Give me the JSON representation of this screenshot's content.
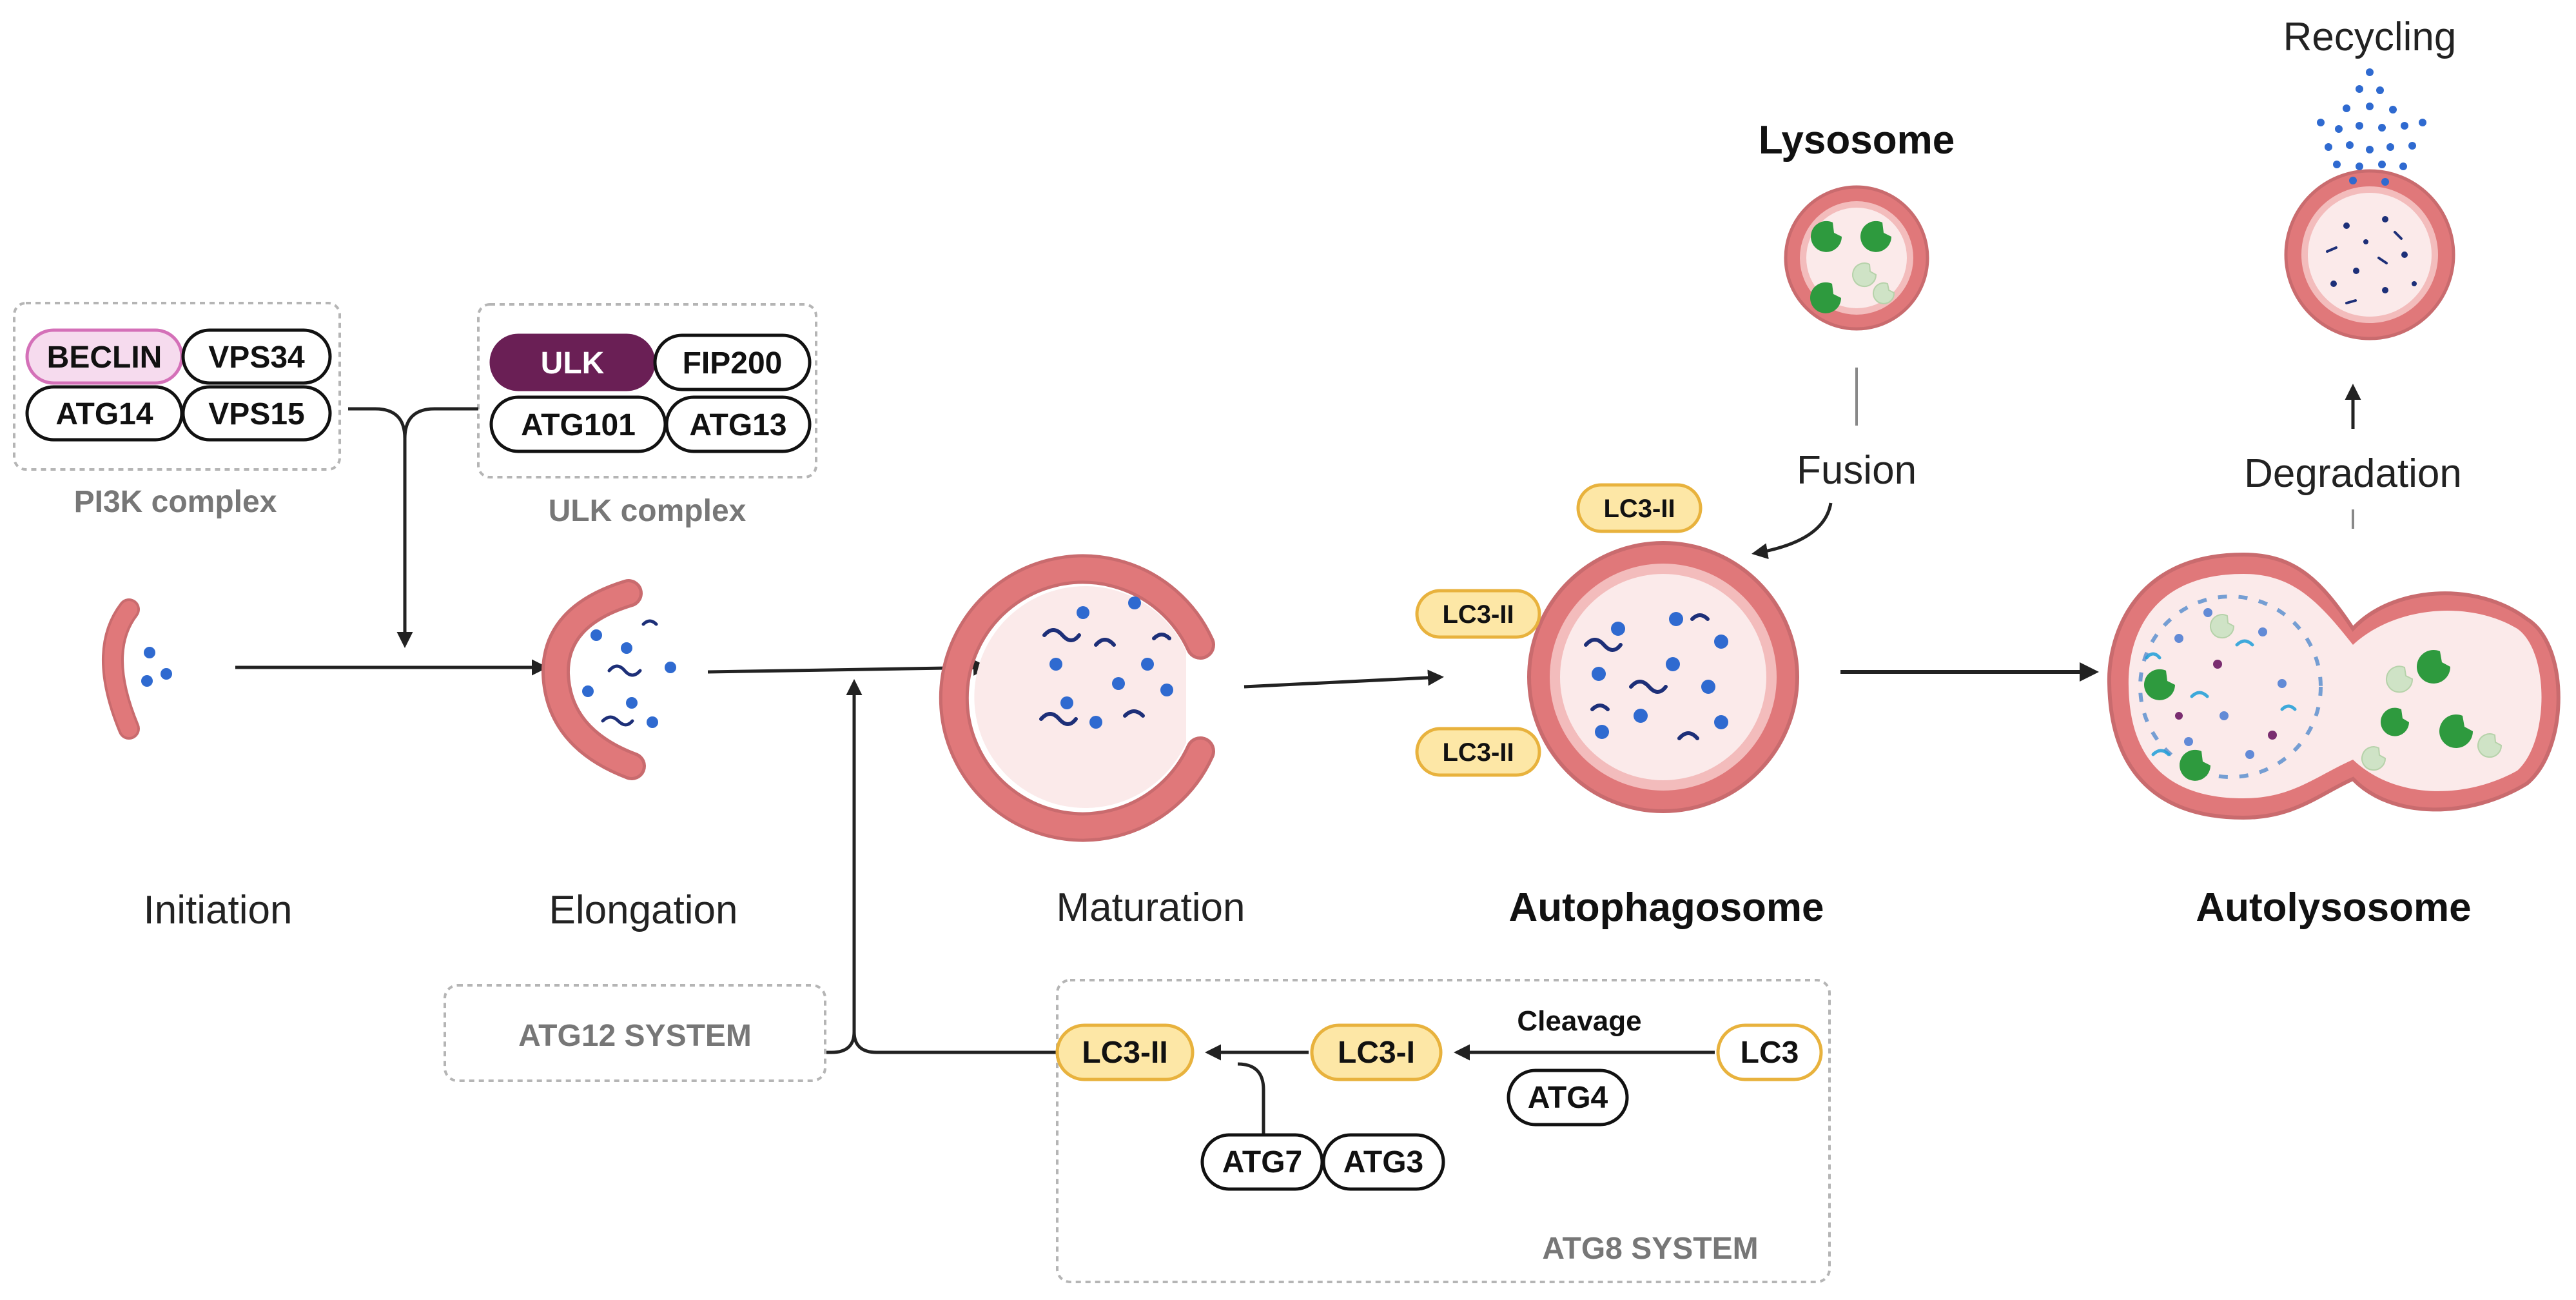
{
  "stages": {
    "initiation": "Initiation",
    "elongation": "Elongation",
    "maturation": "Maturation",
    "autophagosome": "Autophagosome",
    "autolysosome": "Autolysosome"
  },
  "top_labels": {
    "lysosome": "Lysosome",
    "recycling": "Recycling",
    "fusion": "Fusion",
    "degradation": "Degradation"
  },
  "pi3k_complex": {
    "label": "PI3K complex",
    "proteins": [
      "BECLIN",
      "VPS34",
      "ATG14",
      "VPS15"
    ]
  },
  "ulk_complex": {
    "label": "ULK complex",
    "proteins": [
      "ULK",
      "FIP200",
      "ATG101",
      "ATG13"
    ]
  },
  "atg12_system": {
    "label": "ATG12 SYSTEM"
  },
  "atg8_system": {
    "label": "ATG8 SYSTEM",
    "lc3": "LC3",
    "lc3_i": "LC3-I",
    "lc3_ii": "LC3-II",
    "cleavage": "Cleavage",
    "atg4": "ATG4",
    "atg7": "ATG7",
    "atg3": "ATG3"
  },
  "autophagosome_markers": [
    "LC3-II",
    "LC3-II",
    "LC3-II"
  ],
  "colors": {
    "membrane": "#e0787a",
    "membrane_fill": "#fbeaea",
    "cargo_dot": "#2f6ad0",
    "cargo_strand": "#1d2f78",
    "enzyme": "#2e9a3e",
    "enzyme_light": "#cfe3c6",
    "lc3_fill": "#fde7a6",
    "lc3_stroke": "#e8b23d",
    "beclin_fill": "#f6dbee",
    "beclin_stroke": "#d470b8",
    "ulk_fill": "#6a1f55",
    "box_border": "#b5b5b5"
  }
}
